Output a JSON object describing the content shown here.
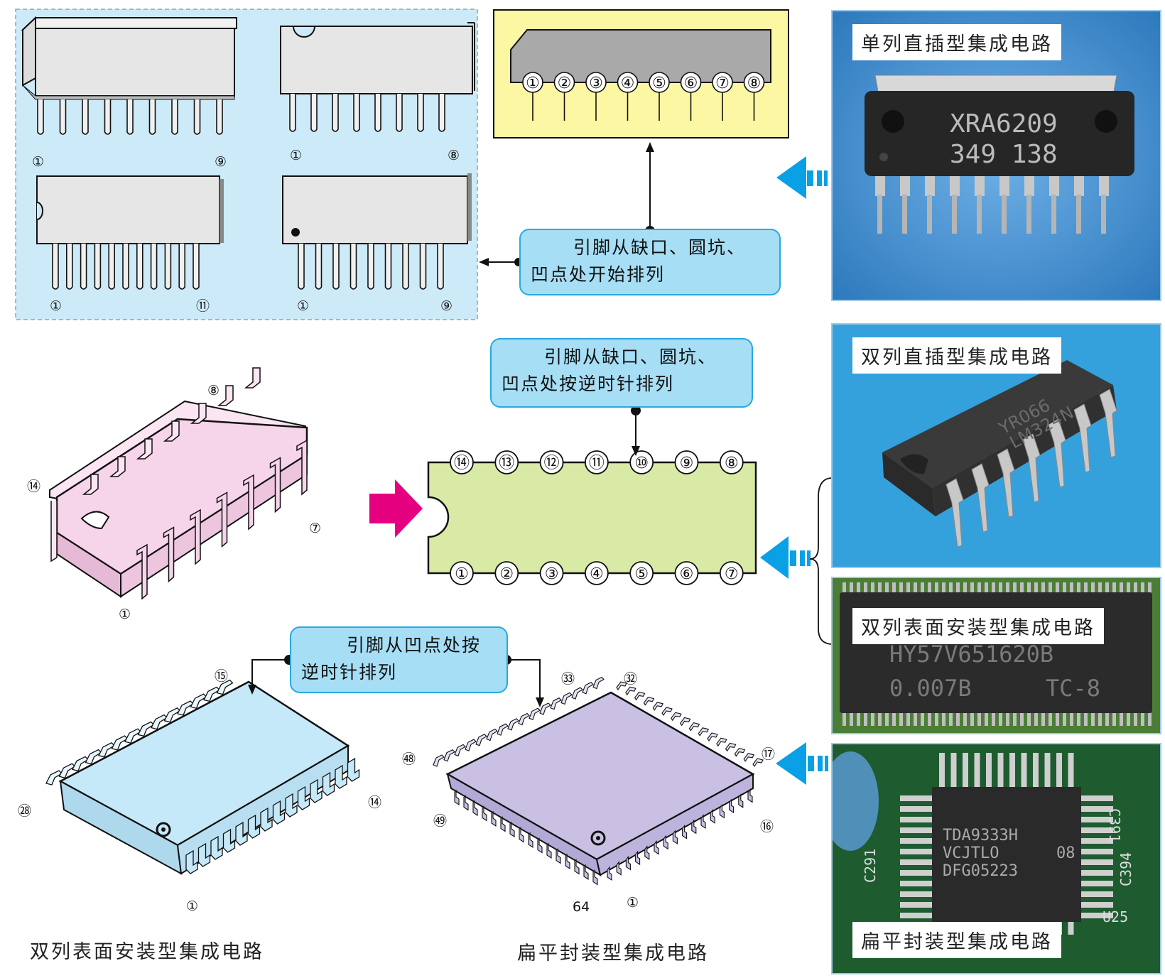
{
  "callouts": {
    "sip": {
      "line1": "引脚从缺口、圆坑、",
      "line2": "凹点处开始排列"
    },
    "dip": {
      "line1": "引脚从缺口、圆坑、",
      "line2": "凹点处按逆时针排列"
    },
    "smd": {
      "line1": "引脚从凹点处按",
      "line2": "逆时针排列"
    }
  },
  "photos": {
    "sip": {
      "label": "单列直插型集成电路",
      "chip_line1": "XRA6209",
      "chip_line2": "349 138"
    },
    "dip": {
      "label": "双列直插型集成电路",
      "chip_line1": "YR066",
      "chip_line2": "LM324N"
    },
    "smd": {
      "label": "双列表面安装型集成电路",
      "chip_line1": "HY57V651620B",
      "chip_line2": "0.007B",
      "chip_line3": "TC-8"
    },
    "qfp": {
      "label": "扁平封装型集成电路",
      "chip_line1": "TDA9333H",
      "chip_line2": "VCJTLO",
      "chip_line3": "DFG05223",
      "chip_line4": "08",
      "pcb_label1": "C391",
      "pcb_label2": "C291",
      "pcb_label3": "C394",
      "pcb_label4": "U25"
    }
  },
  "captions": {
    "smd": "双列表面安装型集成电路",
    "qfp": "扁平封装型集成电路"
  },
  "pin_numbers": {
    "sip_a_first": "①",
    "sip_a_last": "⑨",
    "sip_b_first": "①",
    "sip_b_last": "⑧",
    "sip_c_first": "①",
    "sip_c_last": "⑪",
    "sip_d_first": "①",
    "sip_d_last": "⑨",
    "sip_schematic": [
      "①",
      "②",
      "③",
      "④",
      "⑤",
      "⑥",
      "⑦",
      "⑧"
    ],
    "dip3d": {
      "p1": "①",
      "p7": "⑦",
      "p8": "⑧",
      "p14": "⑭"
    },
    "dip_top": [
      "⑭",
      "⑬",
      "⑫",
      "⑪",
      "⑩",
      "⑨",
      "⑧"
    ],
    "dip_bottom": [
      "①",
      "②",
      "③",
      "④",
      "⑤",
      "⑥",
      "⑦"
    ],
    "smd3d": {
      "p1": "①",
      "p14": "⑭",
      "p15": "⑮",
      "p28": "㉘"
    },
    "qfp3d": {
      "p1": "①",
      "p16": "⑯",
      "p17": "⑰",
      "p32": "㉜",
      "p33": "㉝",
      "p48": "㊽",
      "p49": "㊾",
      "p64": "64"
    }
  },
  "colors": {
    "callout_fill": "#a6def5",
    "callout_border": "#29a9e1",
    "panel_blue": "#cdeaf8",
    "sip_schematic_fill": "#fbf7a3",
    "dip_schematic_fill": "#d8eaa6",
    "dip3d_fill": "#f6d4ea",
    "smd3d_fill": "#c5e9f8",
    "qfp3d_fill": "#c9c0e4",
    "arrow_blue": "#0aa0e6",
    "arrow_magenta": "#e4007f"
  }
}
